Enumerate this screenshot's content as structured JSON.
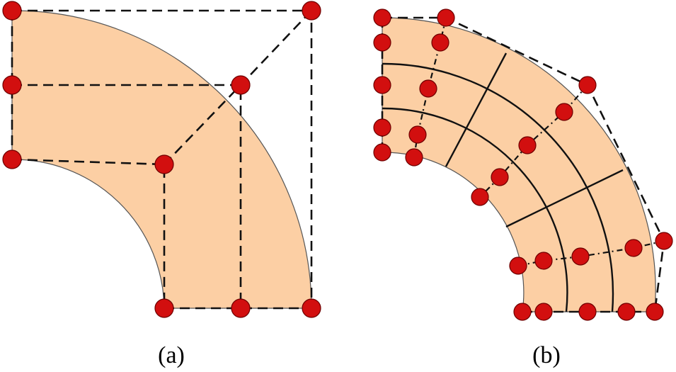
{
  "captions": {
    "a": "(a)",
    "b": "(b)"
  },
  "colors": {
    "region_fill": "#FCCFA4",
    "region_stroke": "#555555",
    "control_point": "#D20F0F",
    "control_point_stroke": "#6E0000",
    "lines": "#111111"
  },
  "icons": {
    "control_point": "red-circle-marker"
  }
}
